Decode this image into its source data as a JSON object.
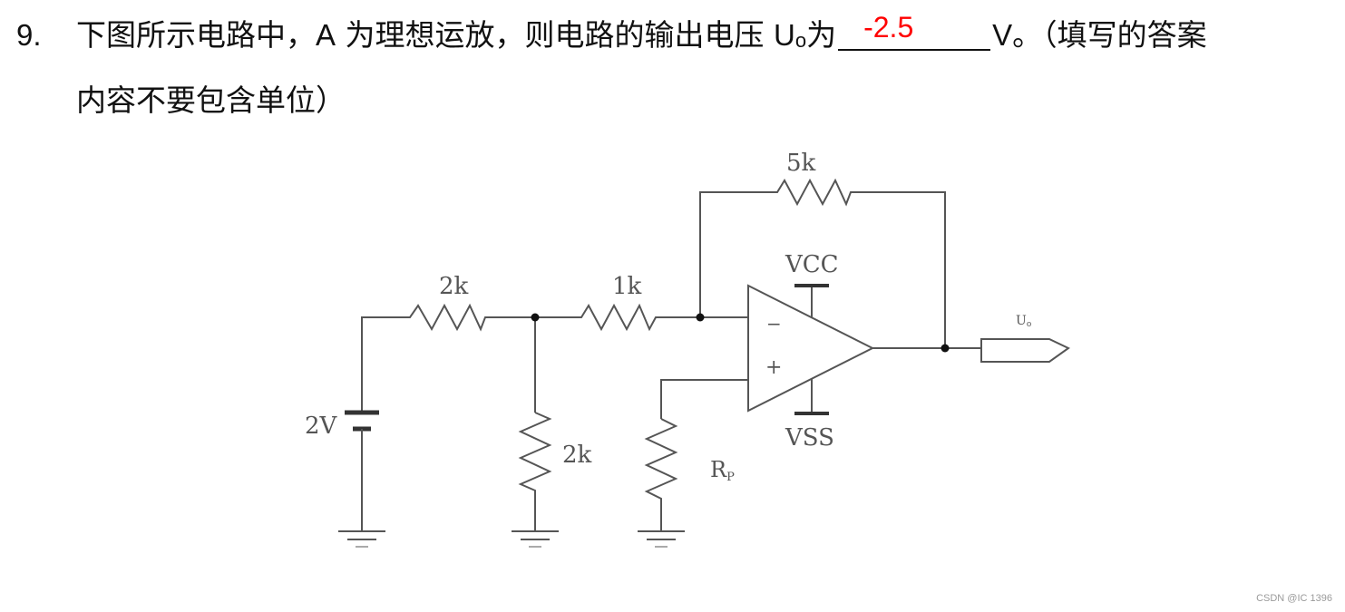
{
  "question": {
    "number": "9.",
    "text_part1": "下图所示电路中，",
    "opamp_name": "A",
    "text_part2": " 为理想运放，则电路的输出电压 ",
    "output_symbol": "U",
    "output_subscript": "o",
    "text_part3": "为",
    "answer": "-2.5",
    "unit": "V",
    "text_part4": "。（填写的答案",
    "text_line2": "内容不要包含单位）"
  },
  "circuit": {
    "source_label": "2V",
    "r_series_label": "2k",
    "r_shunt_label": "2k",
    "r_input_label": "1k",
    "r_feedback_label": "5k",
    "r_p_label": "R",
    "r_p_subscript": "P",
    "vcc_label": "VCC",
    "vss_label": "VSS",
    "inv_input_sign": "−",
    "noninv_input_sign": "+",
    "output_label": "U",
    "output_label_subscript": "o"
  },
  "watermark": "CSDN @IC 1396"
}
